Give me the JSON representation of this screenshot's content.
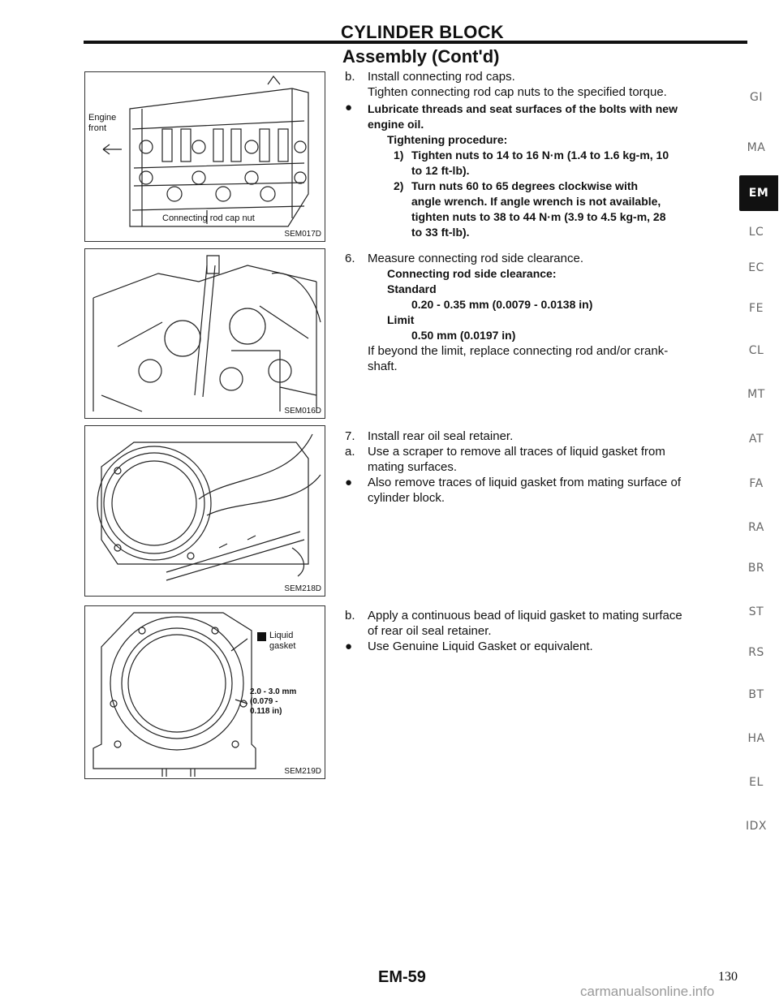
{
  "header": {
    "title": "CYLINDER BLOCK",
    "subtitle": "Assembly (Cont'd)"
  },
  "figures": {
    "fig1": {
      "code": "SEM017D",
      "label_engine": "Engine",
      "label_front": "front",
      "label_nut": "Connecting rod cap nut"
    },
    "fig2": {
      "code": "SEM016D"
    },
    "fig3": {
      "code": "SEM218D"
    },
    "fig4": {
      "code": "SEM219D",
      "label_liquid": "Liquid",
      "label_gasket": "gasket",
      "dim1": "2.0 - 3.0 mm",
      "dim2": "(0.079 -",
      "dim3": "0.118 in)"
    }
  },
  "body": {
    "s1_b_mark": "b.",
    "s1_b_line1": "Install connecting rod caps.",
    "s1_b_line2": "Tighten connecting rod cap nuts to the specified torque.",
    "s1_bullet_line1": "Lubricate threads and seat surfaces of the bolts with new",
    "s1_bullet_line2": "engine oil.",
    "s1_proc_title": "Tightening procedure:",
    "s1_step1_num": "1)",
    "s1_step1_line1": "Tighten nuts to 14 to 16 N·m (1.4 to 1.6 kg-m, 10",
    "s1_step1_line2": "to 12 ft-lb).",
    "s1_step2_num": "2)",
    "s1_step2_line1": "Turn nuts 60 to 65 degrees clockwise with",
    "s1_step2_line2": "angle wrench. If angle wrench is not available,",
    "s1_step2_line3": "tighten nuts to 38 to 44 N·m (3.9 to 4.5 kg-m, 28",
    "s1_step2_line4": "to 33 ft-lb).",
    "s2_num": "6.",
    "s2_line1": "Measure connecting rod side clearance.",
    "s2_title": "Connecting rod side clearance:",
    "s2_std": "Standard",
    "s2_std_val": "0.20 - 0.35 mm (0.0079 - 0.0138 in)",
    "s2_limit": "Limit",
    "s2_limit_val": "0.50 mm (0.0197 in)",
    "s2_line2": "If beyond the limit, replace connecting rod and/or crank-",
    "s2_line3": "shaft.",
    "s3_num": "7.",
    "s3_line1": "Install rear oil seal retainer.",
    "s3_a_mark": "a.",
    "s3_a_line1": "Use a scraper to remove all traces of liquid gasket from",
    "s3_a_line2": "mating surfaces.",
    "s3_bullet_line1": "Also remove traces of liquid gasket from mating surface of",
    "s3_bullet_line2": "cylinder block.",
    "s4_b_mark": "b.",
    "s4_b_line1": "Apply a continuous bead of liquid gasket to mating surface",
    "s4_b_line2": "of rear oil seal retainer.",
    "s4_bullet_line1": "Use Genuine Liquid Gasket or equivalent."
  },
  "sidebar": {
    "items": [
      "GI",
      "MA",
      "EM",
      "LC",
      "EC",
      "FE",
      "CL",
      "MT",
      "AT",
      "FA",
      "RA",
      "BR",
      "ST",
      "RS",
      "BT",
      "HA",
      "EL",
      "IDX"
    ],
    "active": "EM"
  },
  "footer": {
    "page_number": "EM-59",
    "sheet_number": "130",
    "watermark": "carmanualsonline.info"
  }
}
